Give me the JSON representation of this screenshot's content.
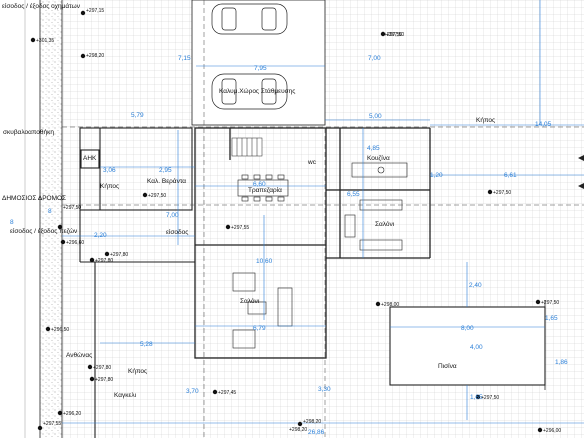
{
  "labels": {
    "entrance_vehicles": "είσοδος / έξοδος οχημάτων",
    "parking": "Καλυμ.Χώρος Στάθμευσης",
    "garden_top": "Κήπος",
    "garden_left": "Κήπος",
    "garden_bottom": "Κήπος",
    "concrete_strip": "σκυβαλοαποθήκη",
    "ahk": "ΑΗΚ",
    "veranda": "Καλ. Βεράντα",
    "dining": "Τραπεζαρία",
    "kitchen": "Κουζίνα",
    "wc": "wc",
    "lounge_small": "Σαλόνι",
    "lounge_main": "Σαλόνι",
    "public_road": "ΔΗΜΟΣΙΟΣ ΔΡΟΜΟΣ",
    "pedestrian_entrance": "είσοδος / έξοδος πεζών",
    "entrance": "είσοδος",
    "flowers": "Ανθώνας",
    "gate": "Καγκελι",
    "pool": "Πισίνα"
  },
  "dimensions": {
    "d715": "7,15",
    "d795": "7,95",
    "d700a": "7,00",
    "d579": "5,79",
    "d500": "5,00",
    "d485": "4,85",
    "d1405": "14,05",
    "d306": "3,06",
    "d295": "2,95",
    "d660": "6,60",
    "d655": "6,55",
    "d120": "1,20",
    "d661": "6,61",
    "d700b": "7,00",
    "d220": "2,20",
    "d1060": "10,60",
    "d240": "2,40",
    "d800": "8,00",
    "d400": "4,00",
    "d165a": "1,65",
    "d679": "6,79",
    "d528": "5,28",
    "d186": "1,86",
    "d165b": "1,65",
    "d370": "3,70",
    "d330": "3,30",
    "d2686": "26,86",
    "d8a": "8",
    "d8b": "8"
  },
  "levels": {
    "l1": "+297,15",
    "l2": "+301,35",
    "l3": "+298,20",
    "l4": "+297,50",
    "l5": "+297,50",
    "l6": "+297,50",
    "l7": "+297,50",
    "l8": "+297,55",
    "l9": "+296,60",
    "l10": "+297,80",
    "l11": "+297,80",
    "l12": "+298,00",
    "l13": "+297,80",
    "l14": "+297,80",
    "l15": "+297,45",
    "l16": "+296,50",
    "l17": "+298,20",
    "l18": "+298,20",
    "l19": "+296,20",
    "l20": "+297,50",
    "l21": "+297,50",
    "l22": "+297,50",
    "l23": "+297,55",
    "l24": "+296,00"
  },
  "colors": {
    "grid": "#c9c9c9",
    "wall": "#222222",
    "dimension": "#2a7fd8",
    "road_fill": "#f3f3f3"
  }
}
